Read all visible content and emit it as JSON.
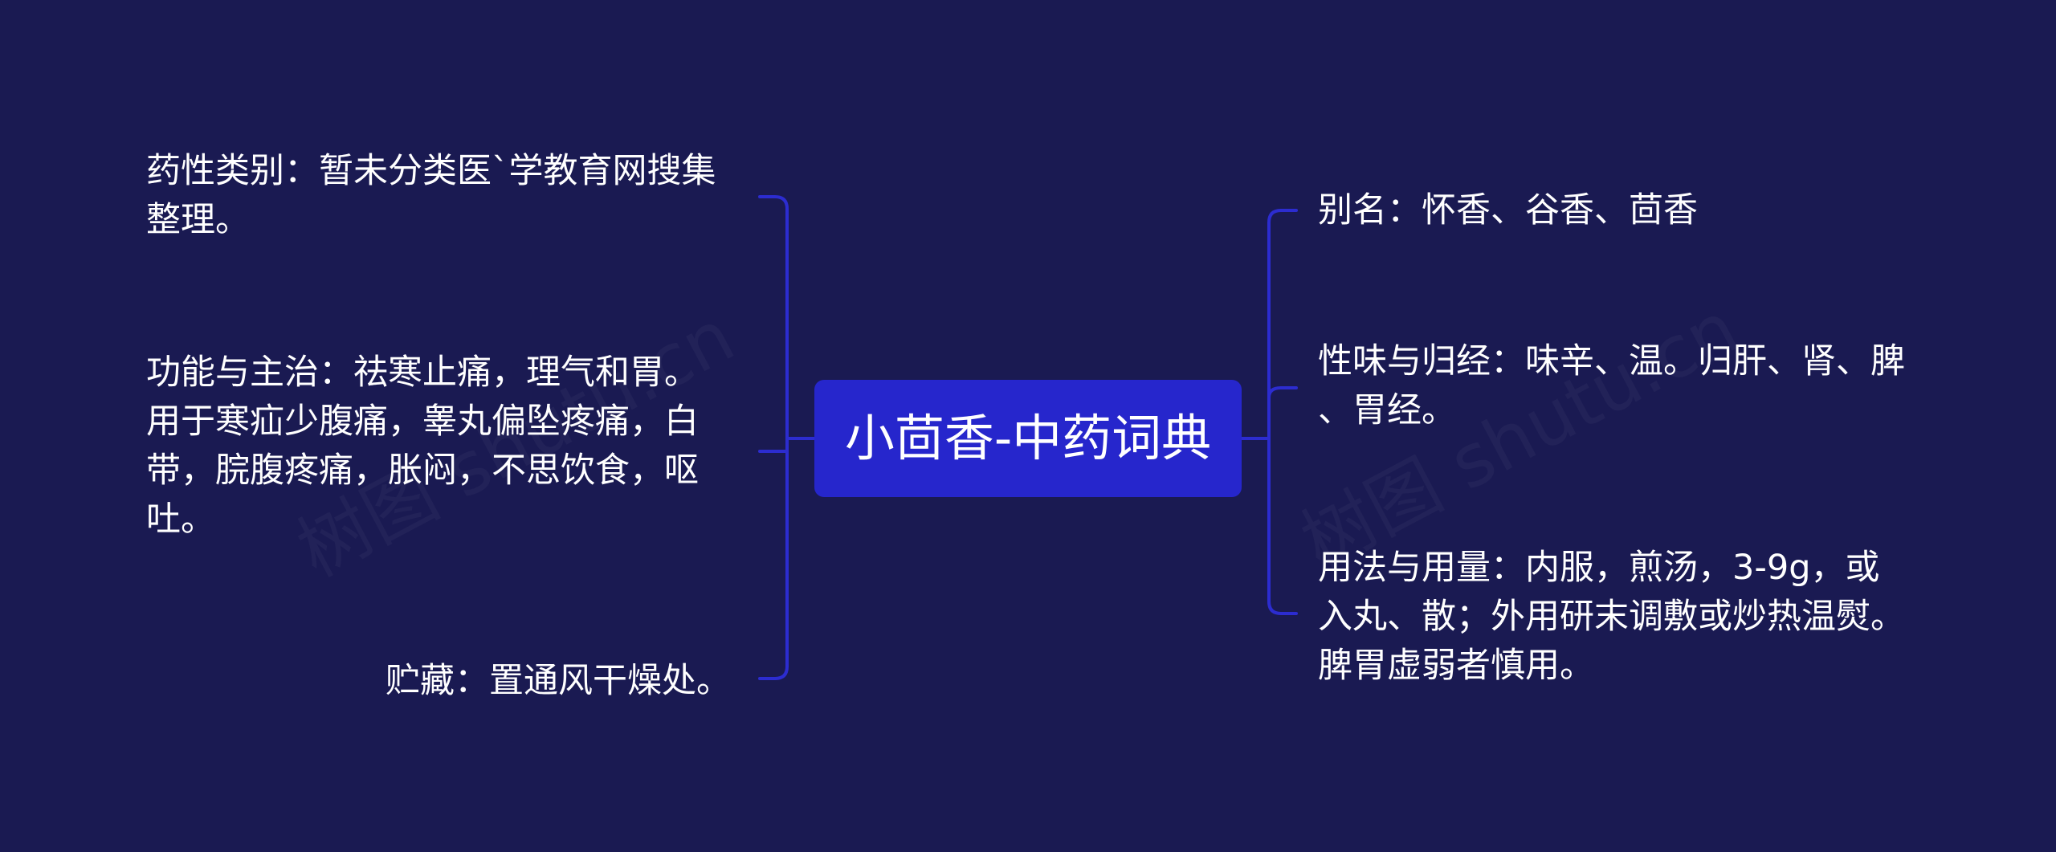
{
  "center": {
    "title": "小茴香-中药词典"
  },
  "left_branches": [
    {
      "text": "药性类别：暂未分类医`学教育网搜集整理。"
    },
    {
      "text": "功能与主治：祛寒止痛，理气和胃。用于寒疝少腹痛，睾丸偏坠疼痛，白带，脘腹疼痛，胀闷，不思饮食，呕吐。"
    },
    {
      "text": "贮藏：置通风干燥处。"
    }
  ],
  "right_branches": [
    {
      "text": "别名：怀香、谷香、茴香"
    },
    {
      "text": "性味与归经：味辛、温。归肝、肾、脾、胃经。"
    },
    {
      "text": "用法与用量：内服，煎汤，3-9g，或入丸、散；外用研末调敷或炒热温熨。脾胃虚弱者慎用。"
    }
  ],
  "watermark": {
    "left": "树图 shutu.cn",
    "right": "树图 shutu.cn"
  },
  "colors": {
    "background": "#1a1a52",
    "center_fill": "#2626cc",
    "connector": "#2c2cd0",
    "text": "#ffffff"
  }
}
